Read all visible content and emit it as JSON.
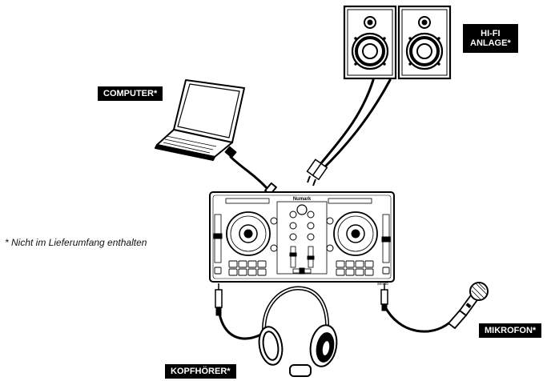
{
  "labels": {
    "computer": "COMPUTER*",
    "hifi_line1": "HI-FI",
    "hifi_line2": "ANLAGE*",
    "headphones": "KOPFHÖRER*",
    "microphone": "MIKROFON*"
  },
  "footnote": "* Nicht im Lieferumfang enthalten",
  "controller": {
    "brand": "Numark",
    "software": "serato"
  },
  "icons": [
    "laptop-icon",
    "speaker-icon",
    "headphones-icon",
    "microphone-icon",
    "dj-controller-icon"
  ],
  "colors": {
    "line": "#000000",
    "background": "#ffffff",
    "label_bg": "#000000",
    "label_text": "#ffffff"
  }
}
